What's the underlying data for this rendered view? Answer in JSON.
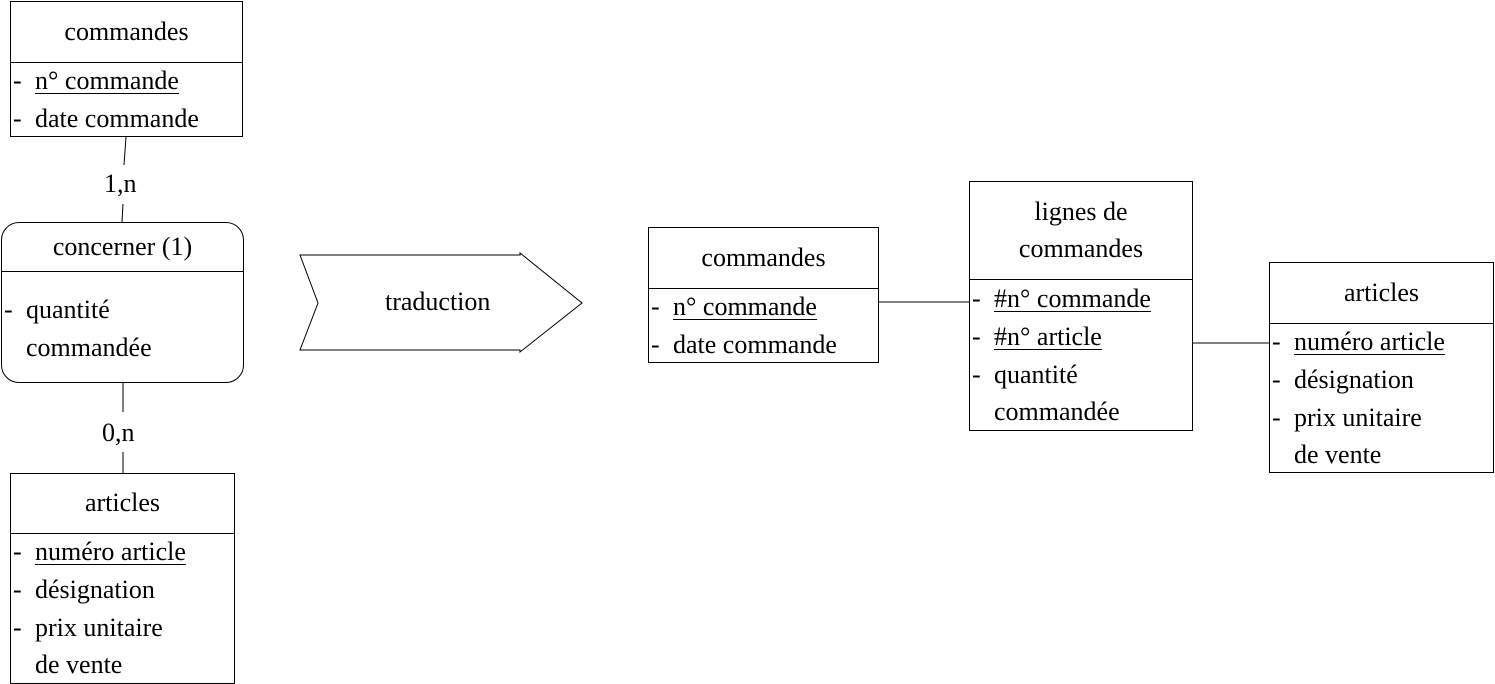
{
  "left": {
    "commandes": {
      "title": "commandes",
      "attrs": [
        {
          "dash": "-",
          "text": "n° commande",
          "pk": true
        },
        {
          "dash": "-",
          "text": "date commande",
          "pk": false
        }
      ]
    },
    "card_top": "1,n",
    "concerner": {
      "title": "concerner (1)",
      "attr_dash": "-",
      "attr_line1": "quantité",
      "attr_line2": "commandée"
    },
    "card_bottom": "0,n",
    "articles": {
      "title": "articles",
      "attrs": [
        {
          "dash": "-",
          "text": "numéro article",
          "pk": true
        },
        {
          "dash": "-",
          "text": "désignation",
          "pk": false
        }
      ],
      "prix_dash": "-",
      "prix_line1": "prix unitaire",
      "prix_line2": "de vente"
    }
  },
  "arrow": {
    "label": "traduction"
  },
  "right": {
    "commandes": {
      "title": "commandes",
      "attrs": [
        {
          "dash": "-",
          "text": "n° commande",
          "pk": true
        },
        {
          "dash": "-",
          "text": "date commande",
          "pk": false
        }
      ]
    },
    "lignes": {
      "title_line1": "lignes de",
      "title_line2": "commandes",
      "attrs": [
        {
          "dash": "-",
          "text": "#n° commande",
          "pk": true
        },
        {
          "dash": "-",
          "text": "#n° article",
          "pk": true
        }
      ],
      "qte_dash": "-",
      "qte_line1": "quantité",
      "qte_line2": "commandée"
    },
    "articles": {
      "title": "articles",
      "attrs": [
        {
          "dash": "-",
          "text": "numéro article",
          "pk": true
        },
        {
          "dash": "-",
          "text": "désignation",
          "pk": false
        }
      ],
      "prix_dash": "-",
      "prix_line1": "prix unitaire",
      "prix_line2": "de vente"
    }
  }
}
